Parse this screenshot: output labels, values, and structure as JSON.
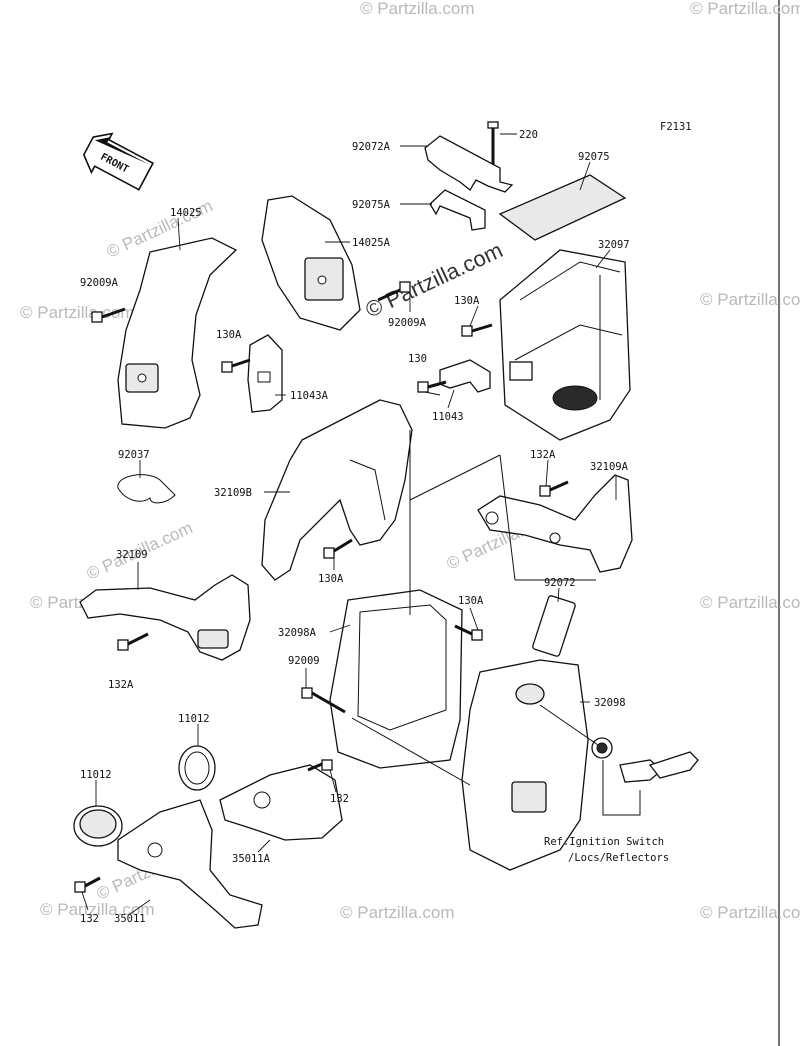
{
  "figure_code": "F2131",
  "front_arrow_label": "FRONT",
  "callouts": {
    "p220": "220",
    "p92072a": "92072A",
    "p92075": "92075",
    "p92075a": "92075A",
    "p14025": "14025",
    "p14025a": "14025A",
    "p32097": "32097",
    "p92009a_left": "92009A",
    "p92009a_center": "92009A",
    "p130a_1": "130A",
    "p130a_2": "130A",
    "p11043a": "11043A",
    "p130": "130",
    "p11043": "11043",
    "p92037": "92037",
    "p32109b": "32109B",
    "p132a_right": "132A",
    "p32109a": "32109A",
    "p130a_3": "130A",
    "p32109": "32109",
    "p92072": "92072",
    "p32098a": "32098A",
    "p130a_4": "130A",
    "p132a_left": "132A",
    "p92009": "92009",
    "p32098": "32098",
    "p11012_top": "11012",
    "p11012_left": "11012",
    "p132_center": "132",
    "p35011a": "35011A",
    "p132_left": "132",
    "p35011": "35011"
  },
  "reference_note": {
    "line1": "Ref.Ignition Switch",
    "line2": "/Locs/Reflectors"
  },
  "watermark": {
    "brand": "© Partzilla.com"
  }
}
